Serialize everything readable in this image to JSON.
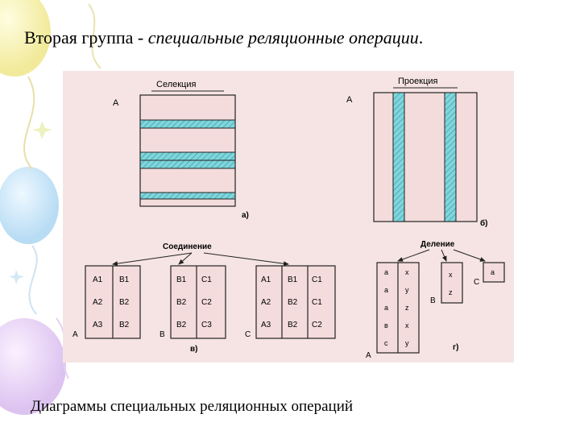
{
  "slide": {
    "title_plain": "Вторая группа - ",
    "title_italic": "специальные реляционные операции",
    "title_end": ".",
    "caption": "Диаграммы специальных реляционных операций",
    "colors": {
      "panel": "#f6e4e4",
      "relation_fill": "#f4dcdc",
      "highlight": "#7fd6dc",
      "outline": "#222222"
    }
  },
  "selection": {
    "title": "Селекция",
    "relation": "A",
    "sub": "а)"
  },
  "projection": {
    "title": "Проекция",
    "relation": "A",
    "sub": "б)"
  },
  "join": {
    "title": "Соединение",
    "sub": "в)",
    "A": {
      "name": "A",
      "rows": [
        [
          "A1",
          "B1"
        ],
        [
          "A2",
          "B2"
        ],
        [
          "A3",
          "B2"
        ]
      ]
    },
    "B": {
      "name": "B",
      "rows": [
        [
          "B1",
          "C1"
        ],
        [
          "B2",
          "C2"
        ],
        [
          "B2",
          "C3"
        ]
      ]
    },
    "C": {
      "name": "C",
      "rows": [
        [
          "A1",
          "B1",
          "C1"
        ],
        [
          "A2",
          "B2",
          "C1"
        ],
        [
          "A3",
          "B2",
          "C2"
        ]
      ]
    }
  },
  "division": {
    "title": "Деление",
    "sub": "г)",
    "A": {
      "name": "A",
      "rows": [
        [
          "a",
          "x"
        ],
        [
          "a",
          "y"
        ],
        [
          "a",
          "z"
        ],
        [
          "в",
          "x"
        ],
        [
          "c",
          "y"
        ]
      ]
    },
    "B": {
      "name": "B",
      "rows": [
        [
          "x"
        ],
        [
          "z"
        ]
      ]
    },
    "C": {
      "name": "C",
      "rows": [
        [
          "a"
        ]
      ]
    }
  }
}
